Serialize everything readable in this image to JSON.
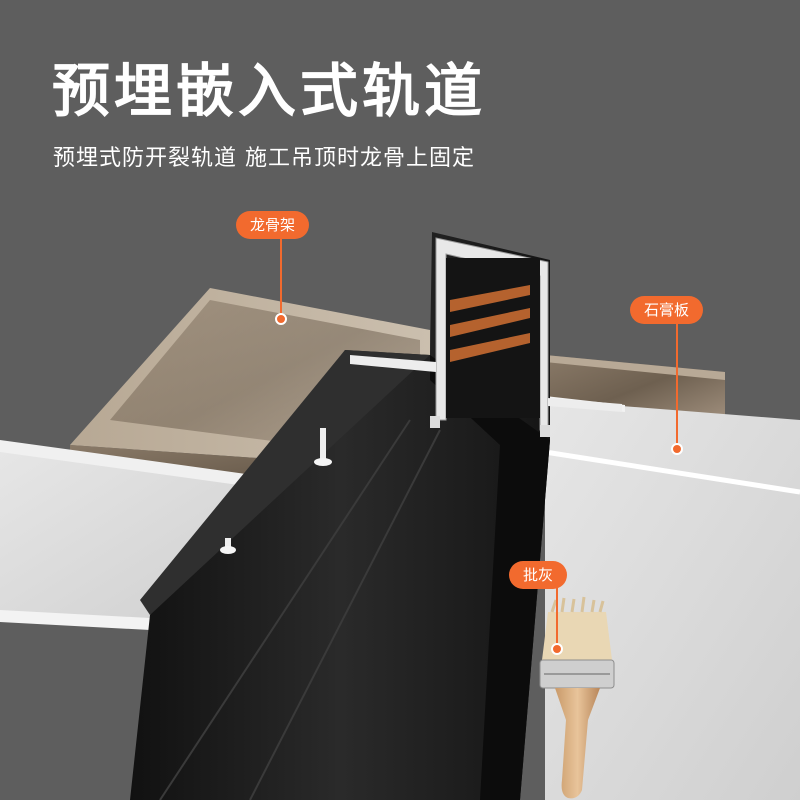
{
  "header": {
    "title": "预埋嵌入式轨道",
    "subtitle": "预埋式防开裂轨道  施工吊顶时龙骨上固定"
  },
  "labels": {
    "keel": "龙骨架",
    "gypsum": "石膏板",
    "putty": "批灰"
  },
  "colors": {
    "background": "#5e5e5e",
    "accent": "#f26a2e",
    "track": "#1c1c1c",
    "ceiling": "#d9d9d9"
  }
}
